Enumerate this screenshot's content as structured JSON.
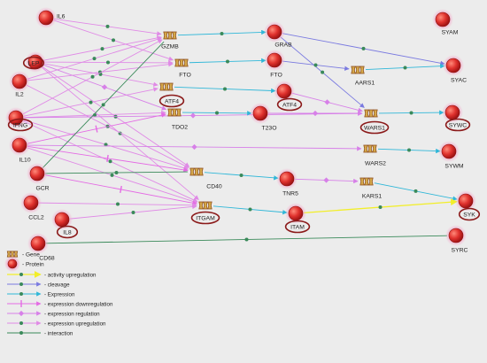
{
  "nodes": {
    "IL6": {
      "label": "IL6",
      "kind": "protein",
      "highlight": false
    },
    "LEP": {
      "label": "LEP",
      "kind": "protein",
      "highlight": true
    },
    "IL2": {
      "label": "IL2",
      "kind": "protein",
      "highlight": false
    },
    "IFNG": {
      "label": "IFNG",
      "kind": "protein",
      "highlight": true
    },
    "IL10": {
      "label": "IL10",
      "kind": "protein",
      "highlight": false
    },
    "GCR": {
      "label": "GCR",
      "kind": "protein",
      "highlight": false
    },
    "CCL2": {
      "label": "CCL2",
      "kind": "protein",
      "highlight": false
    },
    "IL8": {
      "label": "IL8",
      "kind": "protein",
      "highlight": true
    },
    "CD68": {
      "label": "CD68",
      "kind": "protein",
      "highlight": false
    },
    "GZMB": {
      "label": "GZMB",
      "kind": "gene",
      "highlight": false
    },
    "FTO_g": {
      "label": "FTO",
      "kind": "gene",
      "highlight": false
    },
    "ATF4_g": {
      "label": "ATF4",
      "kind": "gene",
      "highlight": true
    },
    "TDO2": {
      "label": "TDO2",
      "kind": "gene",
      "highlight": false
    },
    "CD40": {
      "label": "CD40",
      "kind": "gene",
      "highlight": false
    },
    "ITGAM": {
      "label": "ITGAM",
      "kind": "gene",
      "highlight": true
    },
    "GRAB": {
      "label": "GRAB",
      "kind": "protein",
      "highlight": false
    },
    "FTO_p": {
      "label": "FTO",
      "kind": "protein",
      "highlight": false
    },
    "ATF4_p": {
      "label": "ATF4",
      "kind": "protein",
      "highlight": true
    },
    "T23O": {
      "label": "T23O",
      "kind": "protein",
      "highlight": false
    },
    "TNR5": {
      "label": "TNR5",
      "kind": "protein",
      "highlight": false
    },
    "ITAM": {
      "label": "ITAM",
      "kind": "protein",
      "highlight": true
    },
    "AARS1": {
      "label": "AARS1",
      "kind": "gene",
      "highlight": false
    },
    "WARS1": {
      "label": "WARS1",
      "kind": "gene",
      "highlight": true
    },
    "WARS2": {
      "label": "WARS2",
      "kind": "gene",
      "highlight": false
    },
    "KARS1": {
      "label": "KARS1",
      "kind": "gene",
      "highlight": false
    },
    "SYAM": {
      "label": "SYAM",
      "kind": "protein",
      "highlight": false
    },
    "SYAC": {
      "label": "SYAC",
      "kind": "protein",
      "highlight": false
    },
    "SYWC": {
      "label": "SYWC",
      "kind": "protein",
      "highlight": true
    },
    "SYWM": {
      "label": "SYWM",
      "kind": "protein",
      "highlight": false
    },
    "SYK": {
      "label": "SYK",
      "kind": "protein",
      "highlight": true
    },
    "SYRC": {
      "label": "SYRC",
      "kind": "protein",
      "highlight": false
    }
  },
  "edges": [
    {
      "from": "IL6",
      "to": "GZMB",
      "type": "upregulation"
    },
    {
      "from": "IL6",
      "to": "FTO_g",
      "type": "upregulation"
    },
    {
      "from": "LEP",
      "to": "GZMB",
      "type": "upregulation"
    },
    {
      "from": "LEP",
      "to": "FTO_g",
      "type": "upregulation"
    },
    {
      "from": "LEP",
      "to": "ATF4_g",
      "type": "upregulation"
    },
    {
      "from": "LEP",
      "to": "TDO2",
      "type": "regulation"
    },
    {
      "from": "LEP",
      "to": "CD40",
      "type": "upregulation"
    },
    {
      "from": "LEP",
      "to": "ITGAM",
      "type": "upregulation"
    },
    {
      "from": "IL2",
      "to": "GZMB",
      "type": "upregulation"
    },
    {
      "from": "IL2",
      "to": "FTO_g",
      "type": "upregulation"
    },
    {
      "from": "IL2",
      "to": "CD40",
      "type": "upregulation"
    },
    {
      "from": "IFNG",
      "to": "GZMB",
      "type": "upregulation"
    },
    {
      "from": "IFNG",
      "to": "ATF4_g",
      "type": "upregulation"
    },
    {
      "from": "IFNG",
      "to": "TDO2",
      "type": "upregulation"
    },
    {
      "from": "IFNG",
      "to": "WARS1",
      "type": "regulation"
    },
    {
      "from": "IFNG",
      "to": "CD40",
      "type": "upregulation"
    },
    {
      "from": "IFNG",
      "to": "ITGAM",
      "type": "upregulation"
    },
    {
      "from": "IL10",
      "to": "TDO2",
      "type": "downregulation"
    },
    {
      "from": "IL10",
      "to": "WARS2",
      "type": "regulation"
    },
    {
      "from": "IL10",
      "to": "CD40",
      "type": "downregulation"
    },
    {
      "from": "IL10",
      "to": "ITGAM",
      "type": "upregulation"
    },
    {
      "from": "GCR",
      "to": "GZMB",
      "type": "interaction"
    },
    {
      "from": "GCR",
      "to": "CD40",
      "type": "interaction"
    },
    {
      "from": "GCR",
      "to": "ITGAM",
      "type": "downregulation"
    },
    {
      "from": "CCL2",
      "to": "ITGAM",
      "type": "upregulation"
    },
    {
      "from": "IL8",
      "to": "ITGAM",
      "type": "upregulation"
    },
    {
      "from": "CD68",
      "to": "SYRC",
      "type": "interaction"
    },
    {
      "from": "GZMB",
      "to": "GRAB",
      "type": "expression"
    },
    {
      "from": "FTO_g",
      "to": "FTO_p",
      "type": "expression"
    },
    {
      "from": "ATF4_g",
      "to": "ATF4_p",
      "type": "expression"
    },
    {
      "from": "TDO2",
      "to": "T23O",
      "type": "expression"
    },
    {
      "from": "CD40",
      "to": "TNR5",
      "type": "expression"
    },
    {
      "from": "ITGAM",
      "to": "ITAM",
      "type": "expression"
    },
    {
      "from": "ATF4_p",
      "to": "WARS1",
      "type": "regulation"
    },
    {
      "from": "T23O",
      "to": "WARS1",
      "type": "regulation"
    },
    {
      "from": "GRAB",
      "to": "SYAC",
      "type": "cleavage"
    },
    {
      "from": "GRAB",
      "to": "WARS1",
      "type": "cleavage"
    },
    {
      "from": "FTO_p",
      "to": "AARS1",
      "type": "cleavage"
    },
    {
      "from": "TNR5",
      "to": "KARS1",
      "type": "regulation"
    },
    {
      "from": "AARS1",
      "to": "SYAC",
      "type": "expression"
    },
    {
      "from": "WARS1",
      "to": "SYWC",
      "type": "expression"
    },
    {
      "from": "WARS2",
      "to": "SYWM",
      "type": "expression"
    },
    {
      "from": "KARS1",
      "to": "SYK",
      "type": "expression"
    },
    {
      "from": "ITAM",
      "to": "SYK",
      "type": "activity"
    }
  ],
  "legend": {
    "nodes": [
      {
        "kind": "gene",
        "label": "- Gene"
      },
      {
        "kind": "protein",
        "label": "- Protein"
      }
    ],
    "edges": [
      {
        "type": "activity",
        "label": "- activity upregulation"
      },
      {
        "type": "cleavage",
        "label": "- cleavage"
      },
      {
        "type": "expression",
        "label": "- Expression"
      },
      {
        "type": "downregulation",
        "label": "- expression downregulation"
      },
      {
        "type": "regulation",
        "label": "- expression regulation"
      },
      {
        "type": "upregulation",
        "label": "- expression upregulation"
      },
      {
        "type": "interaction",
        "label": "- interaction"
      }
    ]
  },
  "colors": {
    "background": "#ececec",
    "protein": "#e0322e",
    "protein_glow": "#f4a6c8",
    "gene_fill": "#d4a84a",
    "gene_stroke": "#8a4a1a",
    "highlight_ring": "#8b1a1a",
    "activity": "#f2ee2a",
    "cleavage": "#7a7ae0",
    "expression": "#30b7d8",
    "downregulation": "#e46be4",
    "regulation": "#d780e8",
    "upregulation": "#e08ae6",
    "interaction": "#3a8a5a"
  }
}
